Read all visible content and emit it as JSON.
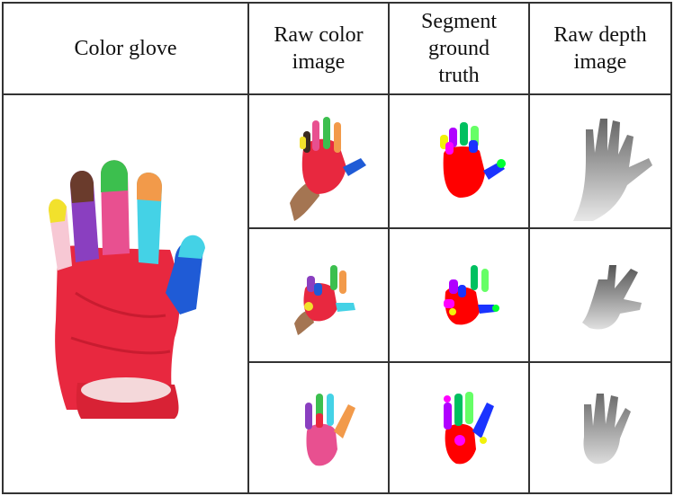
{
  "columns": [
    {
      "lines": [
        "Color glove"
      ]
    },
    {
      "lines": [
        "Raw color",
        "image"
      ]
    },
    {
      "lines": [
        "Segment",
        "ground",
        "truth"
      ]
    },
    {
      "lines": [
        "Raw depth",
        "image"
      ]
    }
  ],
  "colors": {
    "glove_red": "#e8283f",
    "finger_yellow": "#f2e12c",
    "finger_brown": "#6a3b2c",
    "finger_purple": "#8a3fc0",
    "finger_green": "#3cbf4e",
    "finger_orange": "#f29a4a",
    "finger_cyan": "#44d2e6",
    "finger_blue": "#1f5bd6",
    "seg_red": "#ff0000",
    "seg_magenta": "#ff00ff",
    "seg_blue": "#1a33ff",
    "depth_gray": "#777777"
  }
}
